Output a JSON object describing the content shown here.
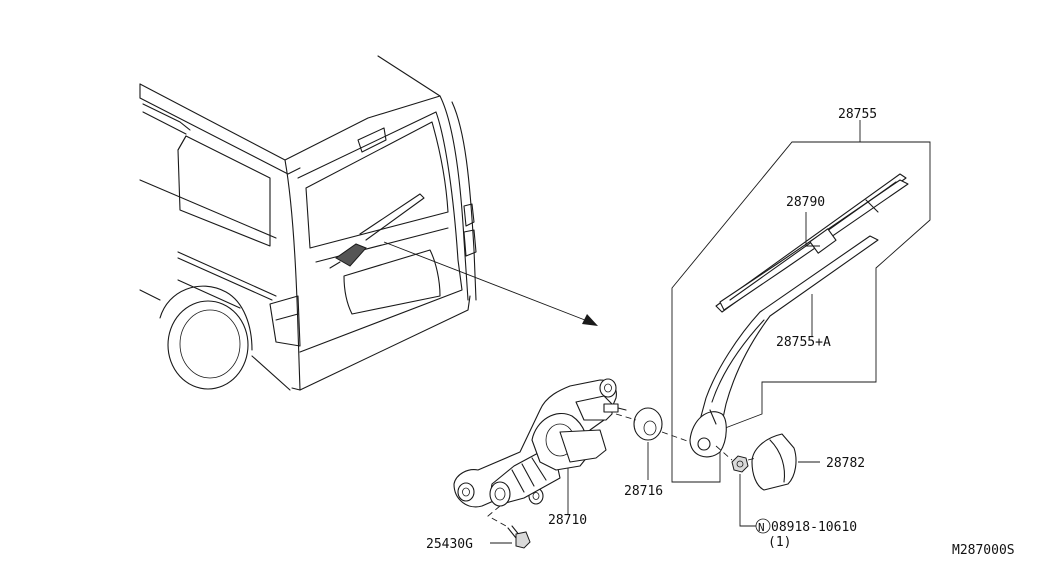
{
  "labels": {
    "assembly": "28755",
    "blade": "28790",
    "arm": "28755+A",
    "cap": "28782",
    "pivot_seal": "28716",
    "motor": "28710",
    "bolt": "25430G",
    "nut_symbol": "N",
    "nut": "08918-10610",
    "nut_qty": "(1)",
    "drawing_code": "M287000S"
  }
}
